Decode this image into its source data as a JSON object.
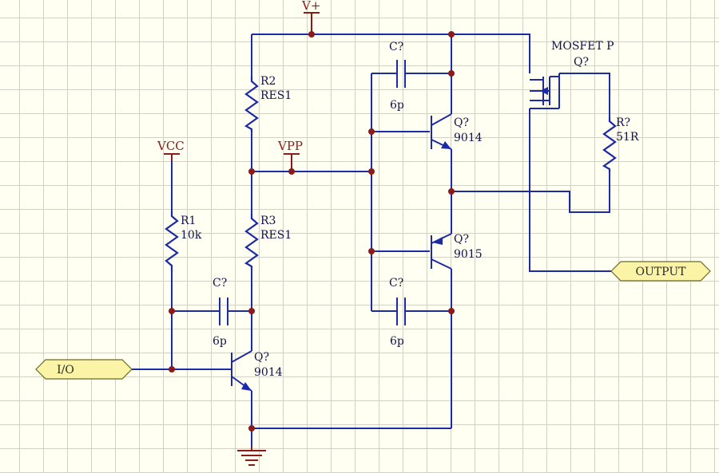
{
  "power": {
    "vplus": "V+",
    "vcc": "VCC",
    "vpp": "VPP"
  },
  "ports": {
    "output": "OUTPUT",
    "io": "I/O"
  },
  "components": {
    "r2": {
      "ref": "R2",
      "val": "RES1"
    },
    "r3": {
      "ref": "R3",
      "val": "RES1"
    },
    "r1": {
      "ref": "R1",
      "val": "10k"
    },
    "rout": {
      "ref": "R?",
      "val": "51R"
    },
    "c_top": {
      "ref": "C?",
      "val": "6p"
    },
    "c_mid": {
      "ref": "C?",
      "val": "6p"
    },
    "c_left": {
      "ref": "C?",
      "val": "6p"
    },
    "q_upper": {
      "ref": "Q?",
      "val": "9014"
    },
    "q_lower": {
      "ref": "Q?",
      "val": "9015"
    },
    "q_input": {
      "ref": "Q?",
      "val": "9014"
    },
    "mosfet": {
      "ref": "Q?",
      "val": "MOSFET P"
    }
  },
  "colors": {
    "wire": "#1d2aa8",
    "power": "#8b1a1a",
    "grid": "#d2d2c4",
    "background": "#fffff2",
    "port_fill": "#fbf3a6"
  }
}
